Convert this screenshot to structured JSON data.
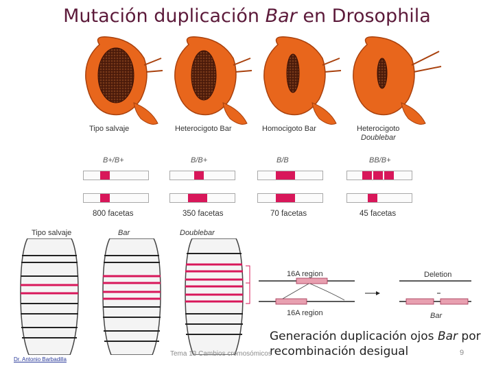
{
  "title": {
    "main": "Mutación duplicación ",
    "italic": "Bar",
    "rest": " en Drosophila"
  },
  "heads": [
    {
      "label": "Tipo salvaje",
      "sub": ""
    },
    {
      "label": "Heterocigoto Bar",
      "sub": ""
    },
    {
      "label": "Homocigoto Bar",
      "sub": ""
    },
    {
      "label": "Heterocigoto",
      "sub": "Doublebar"
    }
  ],
  "genotypes": [
    "B+/B+",
    "B/B+",
    "B/B",
    "BB/B+"
  ],
  "facets": [
    "800 facetas",
    "350 facetas",
    "70 facetas",
    "45 facetas"
  ],
  "polytene_labels": [
    "Tipo salvaje",
    "Bar",
    "Doublebar"
  ],
  "recomb": {
    "region_top": "16A region",
    "region_bottom": "16A region",
    "deletion": "Deletion",
    "bar": "Bar"
  },
  "caption": {
    "line1_a": "Generación  duplicación ojos ",
    "line1_italic": "Bar",
    "line1_b": " por",
    "line2": "recombinación desigual"
  },
  "footer": "Tema 13 Cambios cromosómicos",
  "page_number": "9",
  "author": "Dr. Antonio Barbadilla",
  "colors": {
    "title": "#5c1a3a",
    "band": "#d8175a",
    "head": "#e8661c"
  }
}
